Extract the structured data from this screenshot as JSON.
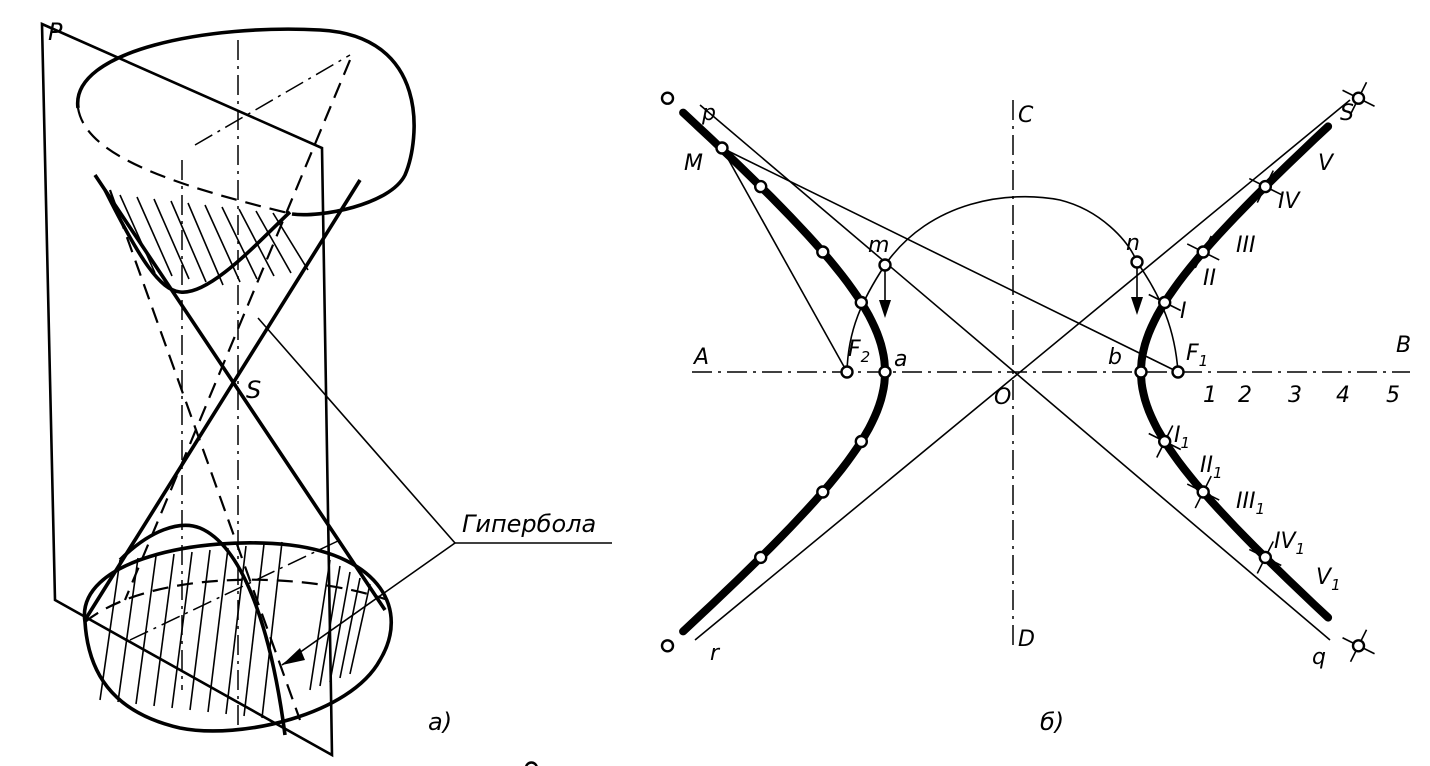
{
  "left_figure": {
    "plane_label": "P",
    "apex_label": "S",
    "callout_text": "Гипербола",
    "caption": "а)"
  },
  "right_figure": {
    "caption": "б)",
    "axis_labels": {
      "A": "A",
      "B": "B",
      "C": "C",
      "D": "D",
      "O": "O",
      "p": "p",
      "q": "q",
      "r": "r",
      "s": "S"
    },
    "vertex_labels": {
      "a": "a",
      "b": "b"
    },
    "focus_labels": {
      "F1": "F",
      "F1_sub": "1",
      "F2": "F",
      "F2_sub": "2"
    },
    "point_labels": {
      "M": "M",
      "m": "m",
      "n": "n"
    },
    "scale_ticks": [
      "1",
      "2",
      "3",
      "4",
      "5"
    ],
    "upper_points": [
      "I",
      "II",
      "III",
      "IV",
      "V"
    ],
    "lower_points": [
      "I",
      "II",
      "III",
      "IV",
      "V"
    ],
    "lower_sub": "1"
  }
}
